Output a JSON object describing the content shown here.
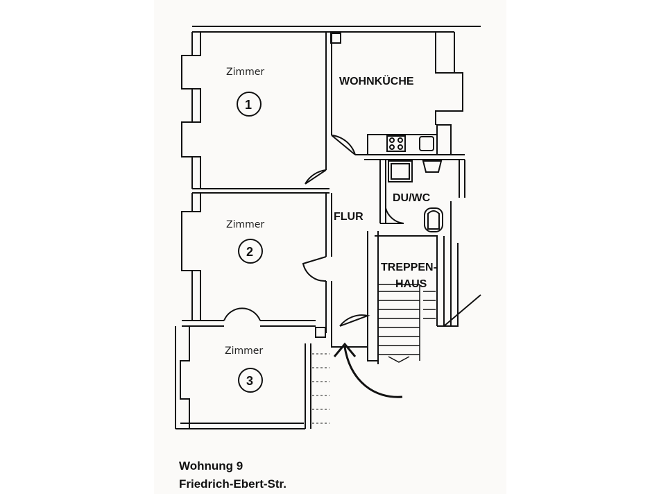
{
  "plan": {
    "rooms": {
      "zimmer1": {
        "label": "Zimmer",
        "number": "1"
      },
      "zimmer2": {
        "label": "Zimmer",
        "number": "2"
      },
      "zimmer3": {
        "label": "Zimmer",
        "number": "3"
      },
      "wohnkueche": {
        "label": "WOHNKÜCHE"
      },
      "flur": {
        "label": "FLUR"
      },
      "duwc": {
        "label": "DU/WC"
      },
      "treppenhaus": {
        "line1": "TREPPEN-",
        "line2": "HAUS"
      }
    }
  },
  "caption": {
    "line1": "Wohnung 9",
    "line2": "Friedrich-Ebert-Str."
  },
  "colors": {
    "ink": "#111111",
    "paper": "#fbfaf8"
  }
}
